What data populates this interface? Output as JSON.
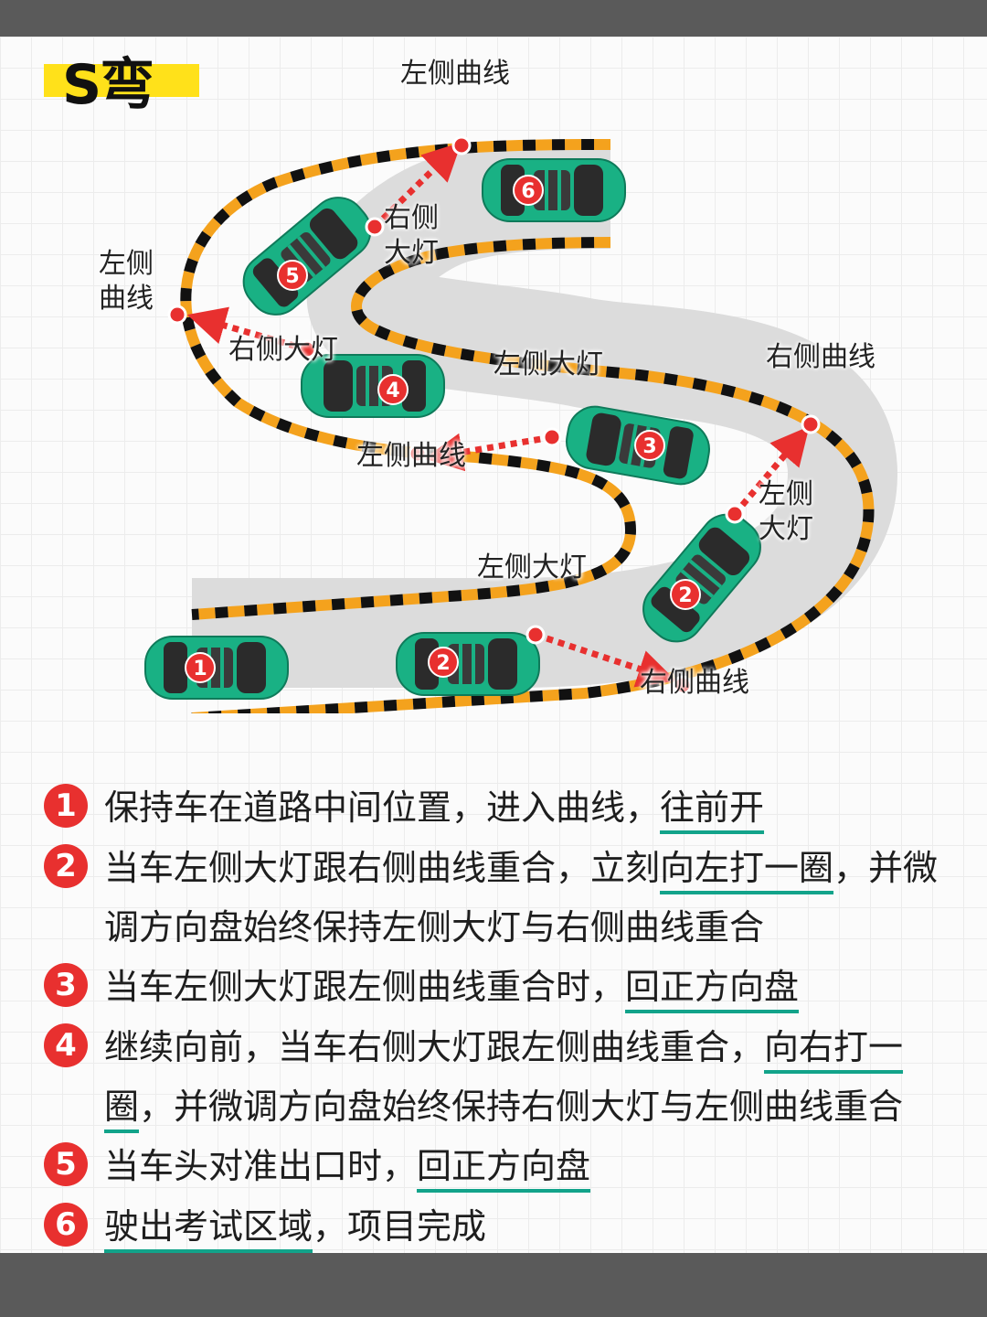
{
  "title": "S弯",
  "labels": {
    "top_left_curve": "左侧曲线",
    "right_light_upper": "右侧大灯",
    "left_curve_side": "左侧曲线",
    "right_light_4": "右侧大灯",
    "left_light_3": "左侧大灯",
    "right_curve_mid": "右侧曲线",
    "left_curve_mid": "左侧曲线",
    "left_light_2r": "左侧大灯",
    "left_light_2b": "左侧大灯",
    "right_curve_bottom": "右侧曲线"
  },
  "cars": [
    "1",
    "2",
    "2",
    "3",
    "4",
    "5",
    "6"
  ],
  "colors": {
    "car": "#19b184",
    "badge": "#e8302f",
    "arrow": "#e8302f",
    "road": "#dcdcdc",
    "edge": "#f4a21d",
    "title_bg": "#ffe11a",
    "underline": "#12a38a"
  },
  "steps": [
    {
      "num": "1",
      "parts": [
        {
          "t": "保持车在道路中间位置，进入曲线，"
        },
        {
          "t": "往前开",
          "u": true
        }
      ]
    },
    {
      "num": "2",
      "parts": [
        {
          "t": "当车左侧大灯跟右侧曲线重合，立刻"
        },
        {
          "t": "向左打一圈",
          "u": true
        },
        {
          "t": "，并微调方向盘始终保持左侧大灯与右侧曲线重合"
        }
      ]
    },
    {
      "num": "3",
      "parts": [
        {
          "t": "当车左侧大灯跟左侧曲线重合时，"
        },
        {
          "t": "回正方向盘",
          "u": true
        }
      ]
    },
    {
      "num": "4",
      "parts": [
        {
          "t": "继续向前，当车右侧大灯跟左侧曲线重合，"
        },
        {
          "t": "向右打一圈",
          "u": true
        },
        {
          "t": "，并微调方向盘始终保持右侧大灯与左侧曲线重合"
        }
      ]
    },
    {
      "num": "5",
      "parts": [
        {
          "t": "当车头对准出口时，"
        },
        {
          "t": "回正方向盘",
          "u": true
        }
      ]
    },
    {
      "num": "6",
      "parts": [
        {
          "t": "驶出考试区域",
          "u": true
        },
        {
          "t": "，项目完成"
        }
      ]
    }
  ]
}
